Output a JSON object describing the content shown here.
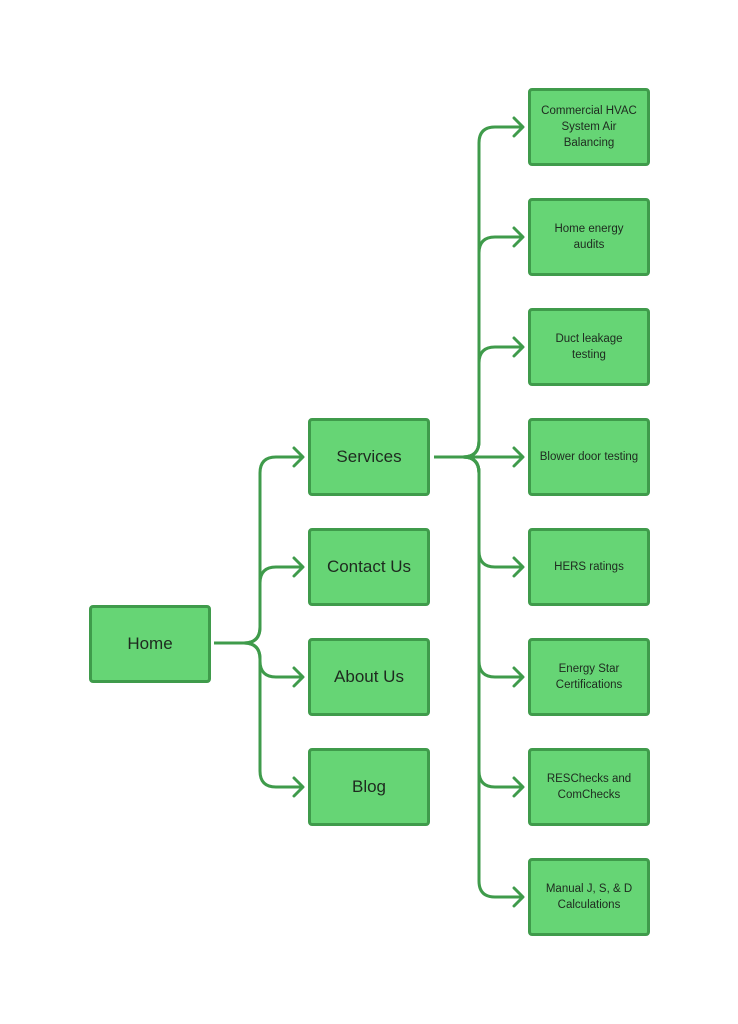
{
  "colors": {
    "fill": "#66d575",
    "border": "#3f9b4b",
    "line": "#3f9b4b",
    "text": "#1e2a1f"
  },
  "root": {
    "label": "Home"
  },
  "level1": [
    {
      "label": "Services"
    },
    {
      "label": "Contact Us"
    },
    {
      "label": "About Us"
    },
    {
      "label": "Blog"
    }
  ],
  "services_children": [
    {
      "label": "Commercial HVAC System Air Balancing"
    },
    {
      "label": "Home energy audits"
    },
    {
      "label": "Duct leakage testing"
    },
    {
      "label": "Blower door testing"
    },
    {
      "label": "HERS ratings"
    },
    {
      "label": "Energy Star Certifications"
    },
    {
      "label": "RESChecks and ComChecks"
    },
    {
      "label": "Manual J, S, & D Calculations"
    }
  ]
}
